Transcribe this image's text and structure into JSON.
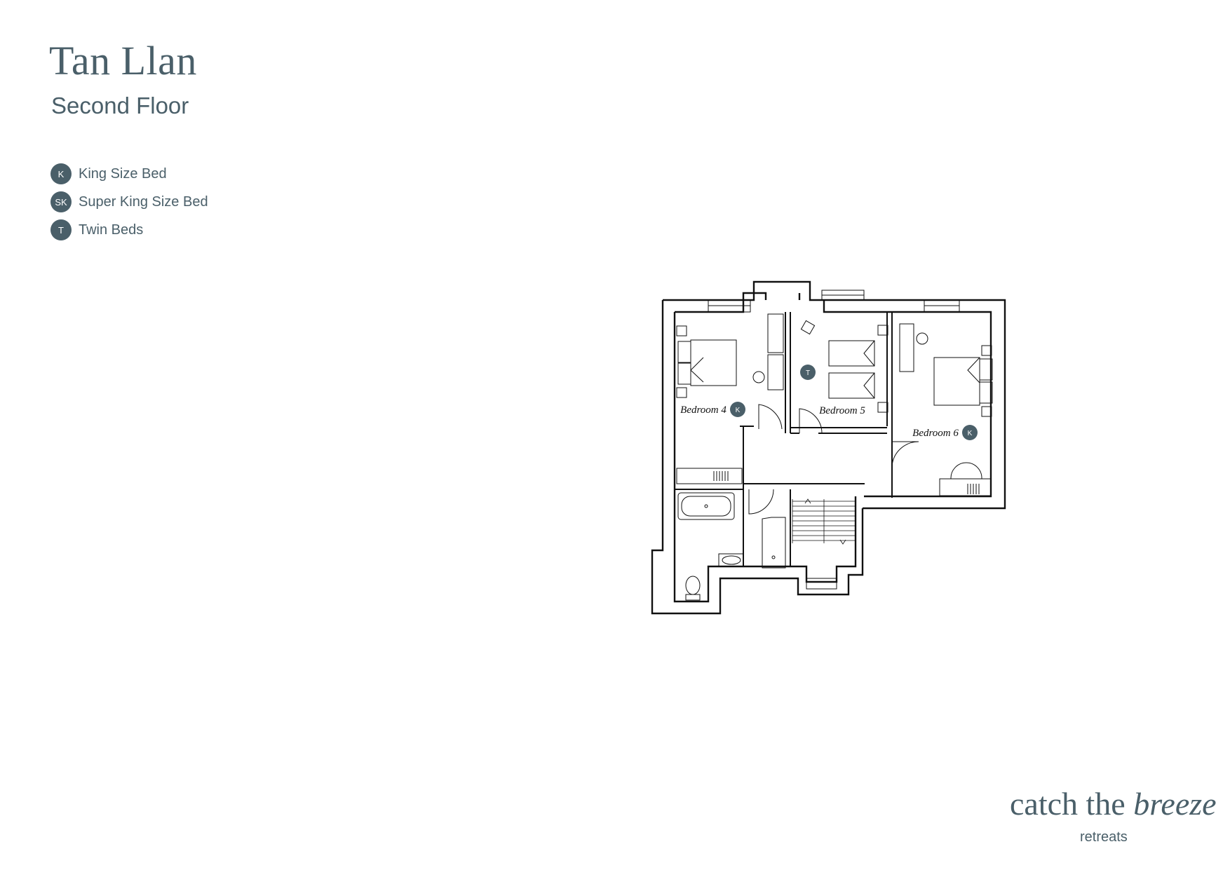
{
  "title": "Tan Llan",
  "subtitle": "Second Floor",
  "legend": [
    {
      "code": "K",
      "label": "King Size Bed"
    },
    {
      "code": "SK",
      "label": "Super King Size Bed"
    },
    {
      "code": "T",
      "label": "Twin Beds"
    }
  ],
  "rooms": {
    "bedroom4": {
      "label": "Bedroom 4",
      "bed": "K"
    },
    "bedroom5": {
      "label": "Bedroom 5",
      "bed": "T"
    },
    "bedroom6": {
      "label": "Bedroom 6",
      "bed": "K"
    }
  },
  "logo": {
    "main_plain": "catch the ",
    "main_italic": "breeze",
    "sub": "retreats"
  },
  "colors": {
    "accent": "#4a5f69",
    "lines": "#111111"
  }
}
